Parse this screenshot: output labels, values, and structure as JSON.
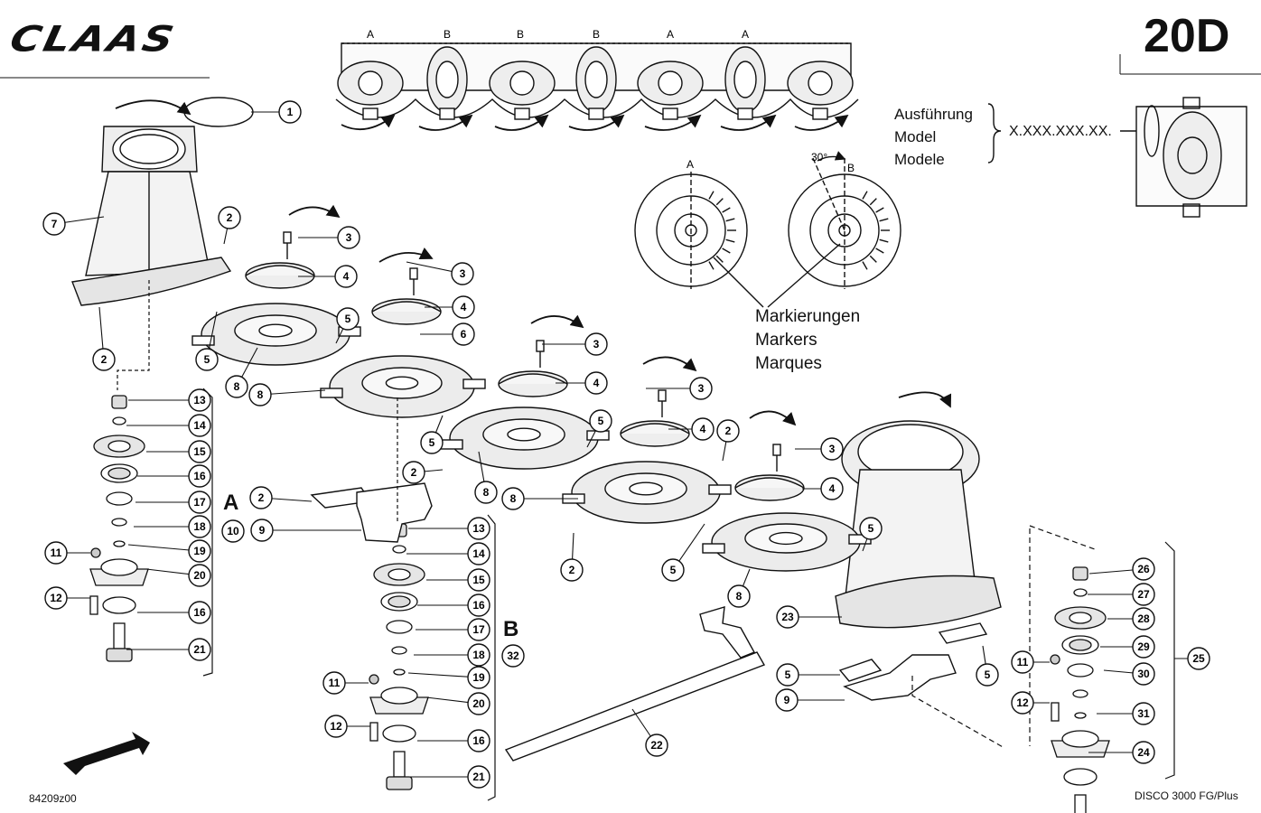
{
  "header": {
    "brand": "CLAAS",
    "page_number": "20D"
  },
  "top_strip": {
    "labels": [
      "A",
      "B",
      "B",
      "B",
      "A",
      "A"
    ]
  },
  "variant_box": {
    "lines": [
      "Ausführung",
      "Model",
      "Modele"
    ],
    "code": "X.XXX.XXX.XX."
  },
  "timing_detail": {
    "left_label": "A",
    "right_label": "B",
    "angle": "30°",
    "caption": [
      "Markierungen",
      "Markers",
      "Marques"
    ]
  },
  "group_labels": [
    {
      "letter": "A",
      "number": "10"
    },
    {
      "letter": "B",
      "number": "32"
    }
  ],
  "callouts": {
    "c1": "1",
    "c2": "2",
    "c3": "3",
    "c4": "4",
    "c5": "5",
    "c6": "6",
    "c7": "7",
    "c8": "8",
    "c9": "9",
    "c11": "11",
    "c12": "12",
    "c13": "13",
    "c14": "14",
    "c15": "15",
    "c16": "16",
    "c17": "17",
    "c18": "18",
    "c19": "19",
    "c20": "20",
    "c21": "21",
    "c22": "22",
    "c23": "23",
    "c24": "24",
    "c25": "25",
    "c26": "26",
    "c27": "27",
    "c28": "28",
    "c29": "29",
    "c30": "30",
    "c31": "31"
  },
  "footer": {
    "drawing_number": "84209z00",
    "model": "DISCO 3000 FG/Plus"
  },
  "colors": {
    "ink": "#111111",
    "paper": "#ffffff",
    "shade": "#d8d8d8"
  },
  "icons": [
    "direction-arrow-icon",
    "rotation-arrow-icon"
  ]
}
